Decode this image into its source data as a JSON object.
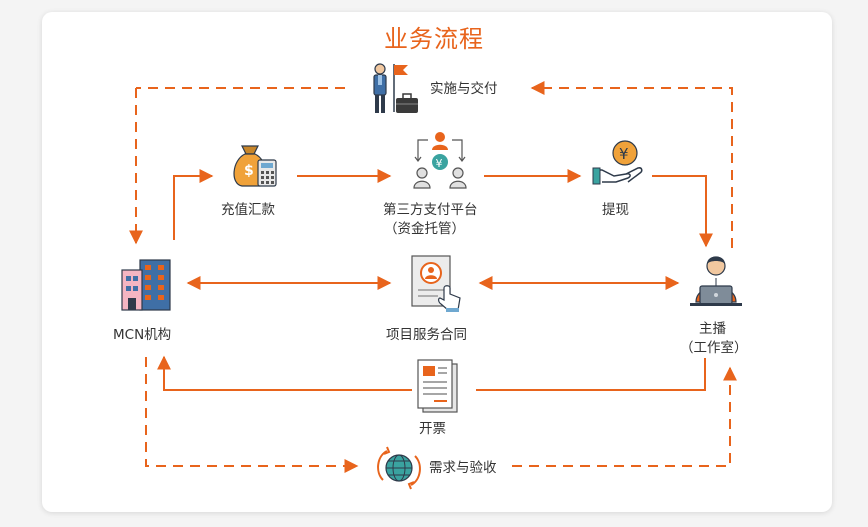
{
  "title": "业务流程",
  "colors": {
    "accent": "#e8641c",
    "blue": "#2d6ea6",
    "teal": "#3aa3a0",
    "gray": "#8a8a8a"
  },
  "nodes": {
    "implement": {
      "label": "实施与交付",
      "icon": "worker-flag-icon"
    },
    "recharge": {
      "label": "充值汇款",
      "icon": "money-bag-calculator-icon"
    },
    "platform": {
      "label": "第三方支付平台",
      "sublabel": "（资金托管）",
      "icon": "payment-network-icon"
    },
    "withdraw": {
      "label": "提现",
      "icon": "hand-yen-coin-icon"
    },
    "mcn": {
      "label": "MCN机构",
      "icon": "building-icon"
    },
    "contract": {
      "label": "项目服务合同",
      "icon": "contract-document-icon"
    },
    "anchor": {
      "label": "主播",
      "sublabel": "（工作室）",
      "icon": "streamer-laptop-icon"
    },
    "invoice": {
      "label": "开票",
      "icon": "invoice-document-icon"
    },
    "demand": {
      "label": "需求与验收",
      "icon": "globe-cycle-icon"
    }
  }
}
